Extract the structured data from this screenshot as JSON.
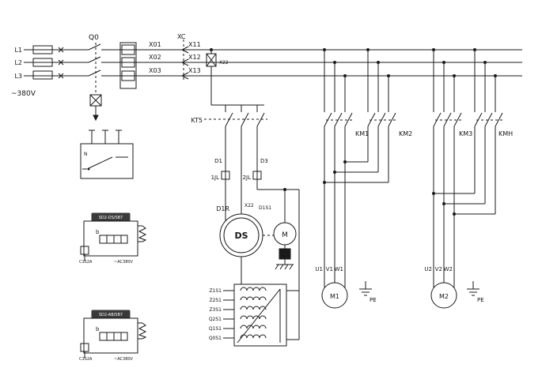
{
  "labels": {
    "l1": "L1",
    "l2": "L2",
    "l3": "L3",
    "voltage": "~380V",
    "q0": "Q0",
    "x01": "X01",
    "x02": "X02",
    "x03": "X03",
    "xc": "XC",
    "x11": "X11",
    "x12": "X12",
    "x13": "X13",
    "fu": "X22",
    "kt5": "KT5",
    "d1": "D1",
    "d3": "D3",
    "jl1": "1JL",
    "jl2": "2JL",
    "d1r": "D1R",
    "x22": "X22",
    "d1s1": "D1S1",
    "ds": "DS",
    "m": "M"
  },
  "windings": {
    "z1s1": "Z1S1",
    "z2s1": "Z2S1",
    "z3s1": "Z3S1",
    "q2s1": "Q2S1",
    "q1s1": "Q1S1",
    "q0s1": "Q0S1"
  },
  "contactors": {
    "km1": "KM1",
    "km2": "KM2",
    "km3": "KM3",
    "kmh": "KMH"
  },
  "motor1": {
    "u": "U1",
    "v": "V1",
    "w": "W1",
    "name": "M1",
    "pe": "PE"
  },
  "motor2": {
    "u": "U2",
    "v": "V2",
    "w": "W2",
    "name": "M2",
    "pe": "PE"
  },
  "device_top": {
    "n": "N"
  },
  "device_a": {
    "header": "SD2-DS/SB7",
    "b": "b",
    "foot_left": "C1S2A",
    "foot_right": "~AC380V"
  },
  "device_b": {
    "header": "SD2-AB/SB7",
    "b": "b",
    "foot_left": "C1S2A",
    "foot_right": "~AC380V"
  },
  "colors": {
    "line": "#1a1a1a",
    "background": "#ffffff"
  }
}
